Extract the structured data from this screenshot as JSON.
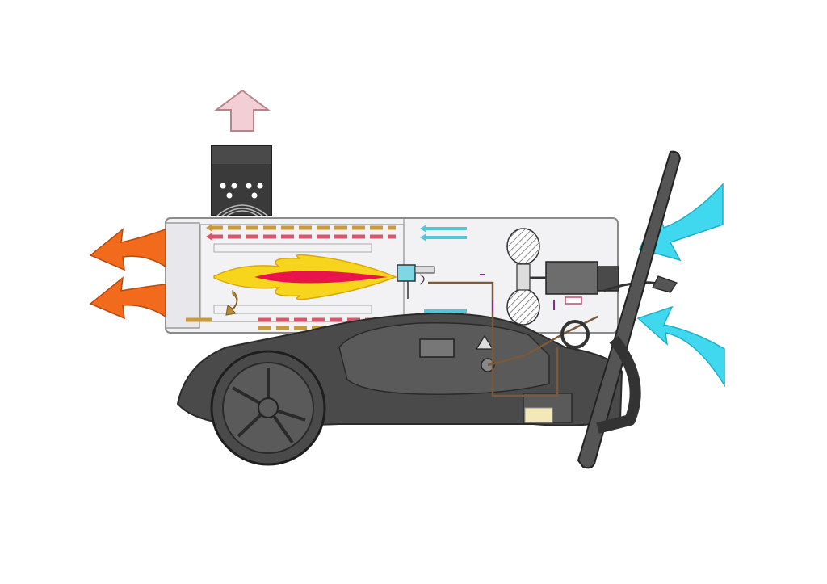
{
  "colors": {
    "background": "#ffffff",
    "body_dark": "#4a4a4a",
    "body_outline": "#2a2a2a",
    "cylinder": "#f2f2f4",
    "cold_air": "#3fd8ee",
    "hot_air": "#f26a1b",
    "flame_outer": "#f7d51c",
    "flame_inner": "#e8144b",
    "exhaust_arrow": "#f2cfd4",
    "inner_arrow_brown": "#c89a3c",
    "inner_arrow_pink": "#d8566a",
    "inner_arrow_cyan": "#55c6d6",
    "fuel_line_purple": "#8a2a8a"
  },
  "components": [
    "exhaust-chimney",
    "combustion-chamber",
    "flame",
    "burner-nozzle",
    "fan",
    "fan-motor",
    "fuel-pump",
    "fuel-tank",
    "power-cord",
    "handle",
    "wheel",
    "cold-air-inlet",
    "hot-air-outlet"
  ]
}
